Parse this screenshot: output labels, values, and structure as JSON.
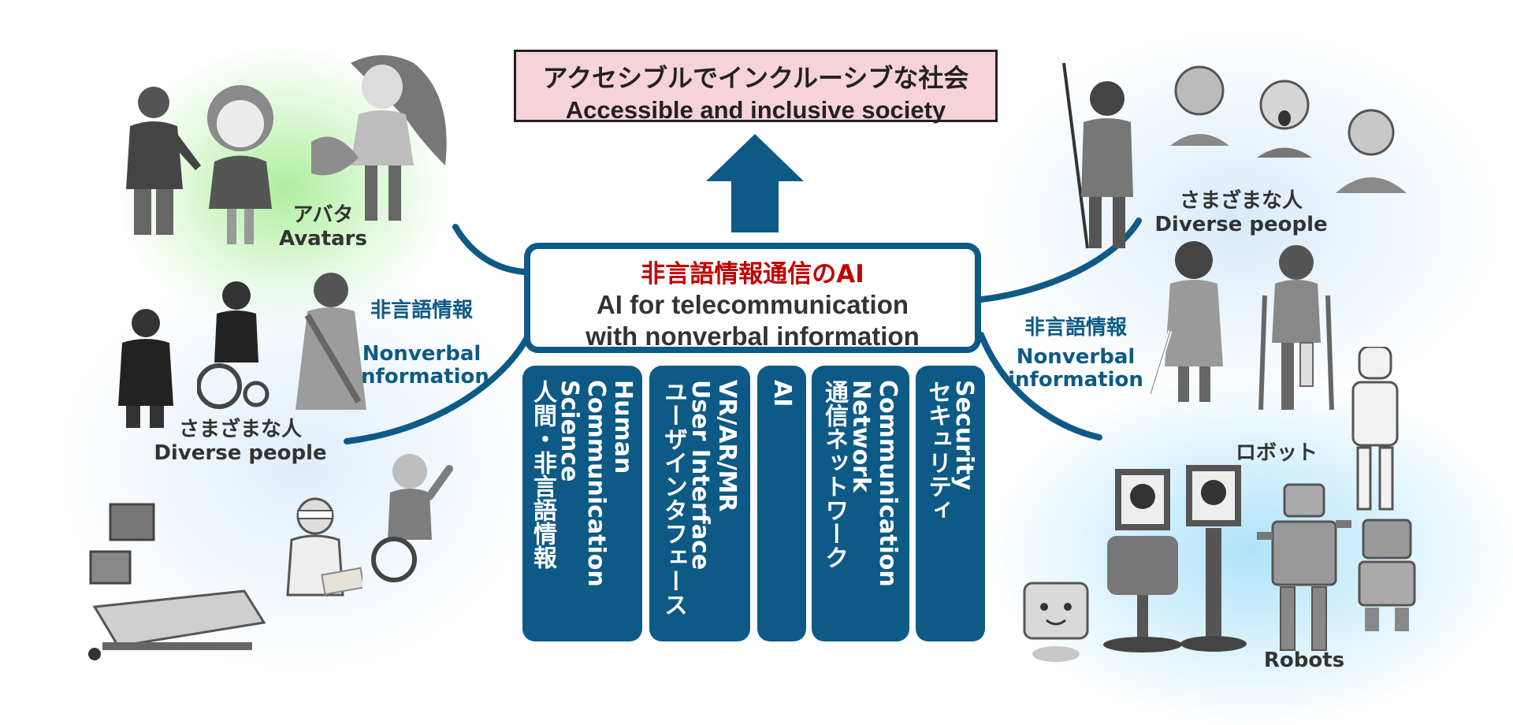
{
  "goal": {
    "jp": "アクセシブルでインクルーシブな社会",
    "en": "Accessible and inclusive society"
  },
  "center": {
    "jp": "非言語情報通信のAI",
    "en_line1": "AI for telecommunication",
    "en_line2": "with nonverbal information"
  },
  "pillars": [
    {
      "text": "Human\nCommunication\nScience\n人間・非言語情報"
    },
    {
      "text": "VR/AR/MR\nUser Interface\nユーザインタフェース"
    },
    {
      "text": "AI"
    },
    {
      "text": "Communication\nNetwork\n通信ネットワーク"
    },
    {
      "text": "Security\nセキュリティ"
    }
  ],
  "labels": {
    "avatars_jp": "アバタ",
    "avatars_en": "Avatars",
    "left_nonverbal_jp": "非言語情報",
    "left_nonverbal_en1": "Nonverbal",
    "left_nonverbal_en2": "information",
    "left_diverse_jp": "さまざまな人",
    "left_diverse_en": "Diverse people",
    "right_diverse_jp": "さまざまな人",
    "right_diverse_en": "Diverse people",
    "right_nonverbal_jp": "非言語情報",
    "right_nonverbal_en1": "Nonverbal",
    "right_nonverbal_en2": "information",
    "robots_jp": "ロボット",
    "robots_en": "Robots"
  },
  "colors": {
    "primary_blue": "#0d5a86",
    "goal_fill": "#f6d3d9",
    "title_red": "#c00000",
    "avatar_glow": "#b8f0a8",
    "people_glow": "#d8ecf8",
    "robot_glow": "#b5e4fb"
  }
}
